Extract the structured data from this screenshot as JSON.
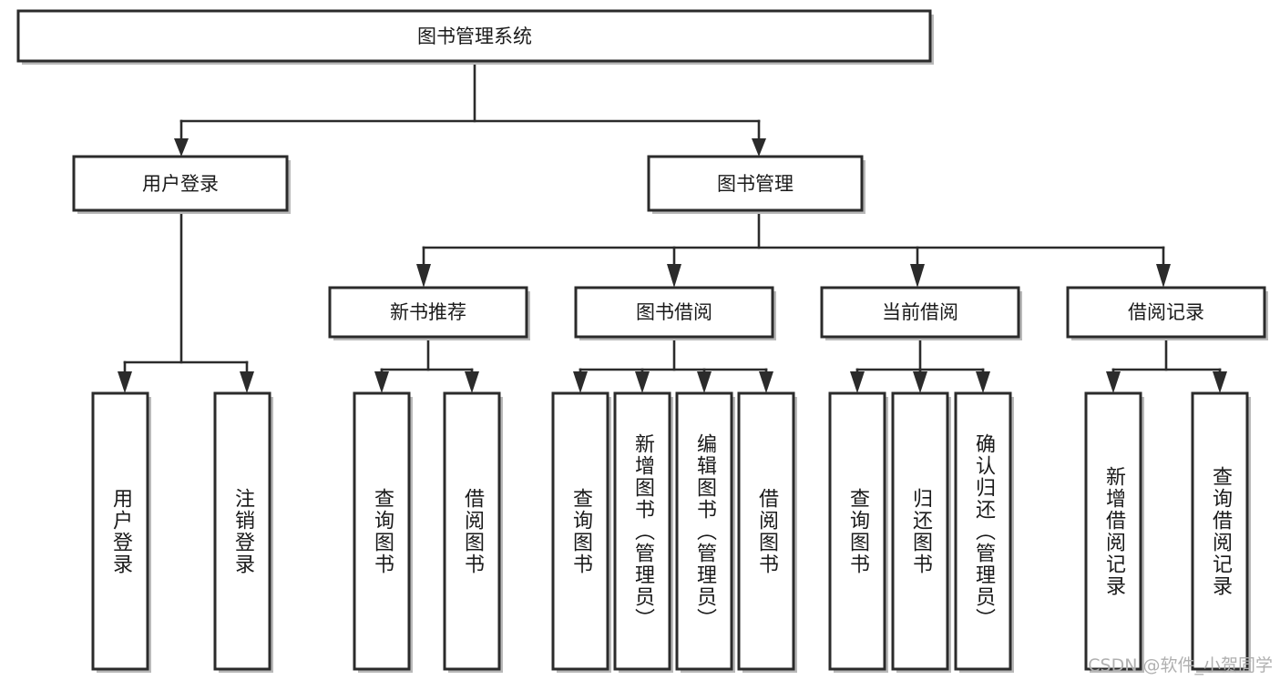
{
  "diagram": {
    "title": "图书管理系统",
    "root": {
      "label": "图书管理系统",
      "orientation": "horizontal"
    },
    "level2": [
      {
        "label": "用户登录",
        "orientation": "horizontal"
      },
      {
        "label": "图书管理",
        "orientation": "horizontal"
      }
    ],
    "level3": [
      {
        "label": "新书推荐",
        "orientation": "horizontal"
      },
      {
        "label": "图书借阅",
        "orientation": "horizontal"
      },
      {
        "label": "当前借阅",
        "orientation": "horizontal"
      },
      {
        "label": "借阅记录",
        "orientation": "horizontal"
      }
    ],
    "leaves": {
      "user_login": [
        {
          "label": "用户登录",
          "orientation": "vertical"
        },
        {
          "label": "注销登录",
          "orientation": "vertical"
        }
      ],
      "new_book_recommend": [
        {
          "label": "查询图书",
          "orientation": "vertical"
        },
        {
          "label": "借阅图书",
          "orientation": "vertical"
        }
      ],
      "book_borrow": [
        {
          "label": "查询图书",
          "orientation": "vertical"
        },
        {
          "label": "新增图书（管理员）",
          "orientation": "vertical"
        },
        {
          "label": "编辑图书（管理员）",
          "orientation": "vertical"
        },
        {
          "label": "借阅图书",
          "orientation": "vertical"
        }
      ],
      "current_borrow": [
        {
          "label": "查询图书",
          "orientation": "vertical"
        },
        {
          "label": "归还图书",
          "orientation": "vertical"
        },
        {
          "label": "确认归还（管理员）",
          "orientation": "vertical"
        }
      ],
      "borrow_record": [
        {
          "label": "新增借阅记录",
          "orientation": "vertical"
        },
        {
          "label": "查询借阅记录",
          "orientation": "vertical"
        }
      ]
    },
    "watermark": "CSDN @软件_小贺同学",
    "colors": {
      "stroke": "#2b2b2b",
      "fill": "#ffffff",
      "text": "#1a1a1a",
      "shadow": "#b9b9b9",
      "watermark": "#b0b0b0",
      "background": "#ffffff"
    }
  }
}
